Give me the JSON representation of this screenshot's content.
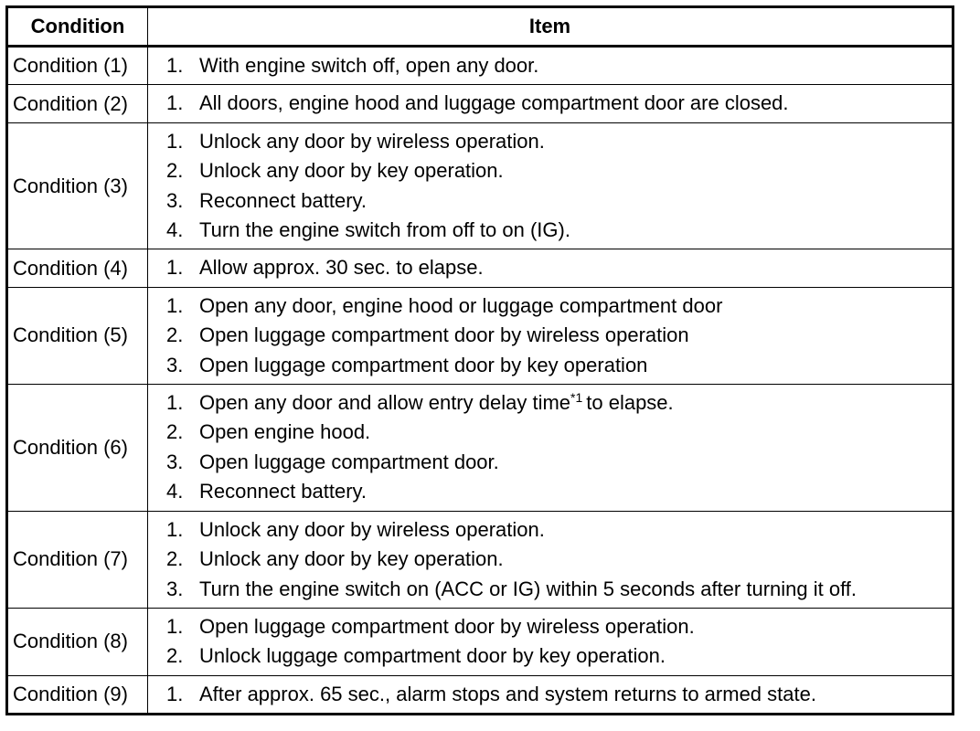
{
  "table": {
    "headers": {
      "condition": "Condition",
      "item": "Item"
    },
    "rows": [
      {
        "condition": "Condition (1)",
        "items": [
          {
            "num": "1.",
            "text": "With engine switch off, open any door."
          }
        ]
      },
      {
        "condition": "Condition (2)",
        "items": [
          {
            "num": "1.",
            "text": "All doors, engine hood and luggage compartment door are closed."
          }
        ]
      },
      {
        "condition": "Condition (3)",
        "items": [
          {
            "num": "1.",
            "text": "Unlock any door by wireless operation."
          },
          {
            "num": "2.",
            "text": "Unlock any door by key operation."
          },
          {
            "num": "3.",
            "text": "Reconnect battery."
          },
          {
            "num": "4.",
            "text": "Turn the engine switch from off to on (IG)."
          }
        ]
      },
      {
        "condition": "Condition (4)",
        "items": [
          {
            "num": "1.",
            "text": "Allow approx. 30 sec. to elapse."
          }
        ]
      },
      {
        "condition": "Condition (5)",
        "items": [
          {
            "num": "1.",
            "text": "Open any door, engine hood or luggage compartment door"
          },
          {
            "num": "2.",
            "text": "Open luggage compartment door by wireless operation"
          },
          {
            "num": "3.",
            "text": "Open luggage compartment door by key operation"
          }
        ]
      },
      {
        "condition": "Condition (6)",
        "items": [
          {
            "num": "1.",
            "text": "Open any door and allow entry delay time",
            "note": "*1",
            "after": "to elapse."
          },
          {
            "num": "2.",
            "text": "Open engine hood."
          },
          {
            "num": "3.",
            "text": "Open luggage compartment door."
          },
          {
            "num": "4.",
            "text": "Reconnect battery."
          }
        ]
      },
      {
        "condition": "Condition (7)",
        "items": [
          {
            "num": "1.",
            "text": "Unlock any door by wireless operation."
          },
          {
            "num": "2.",
            "text": "Unlock any door by key operation."
          },
          {
            "num": "3.",
            "text": "Turn the engine switch on (ACC or IG) within 5 seconds after turning it off."
          }
        ]
      },
      {
        "condition": "Condition (8)",
        "items": [
          {
            "num": "1.",
            "text": "Open luggage compartment door by wireless operation."
          },
          {
            "num": "2.",
            "text": "Unlock luggage compartment door by key operation."
          }
        ]
      },
      {
        "condition": "Condition (9)",
        "items": [
          {
            "num": "1.",
            "text": "After approx. 65 sec., alarm stops and system returns to armed state."
          }
        ]
      }
    ]
  }
}
